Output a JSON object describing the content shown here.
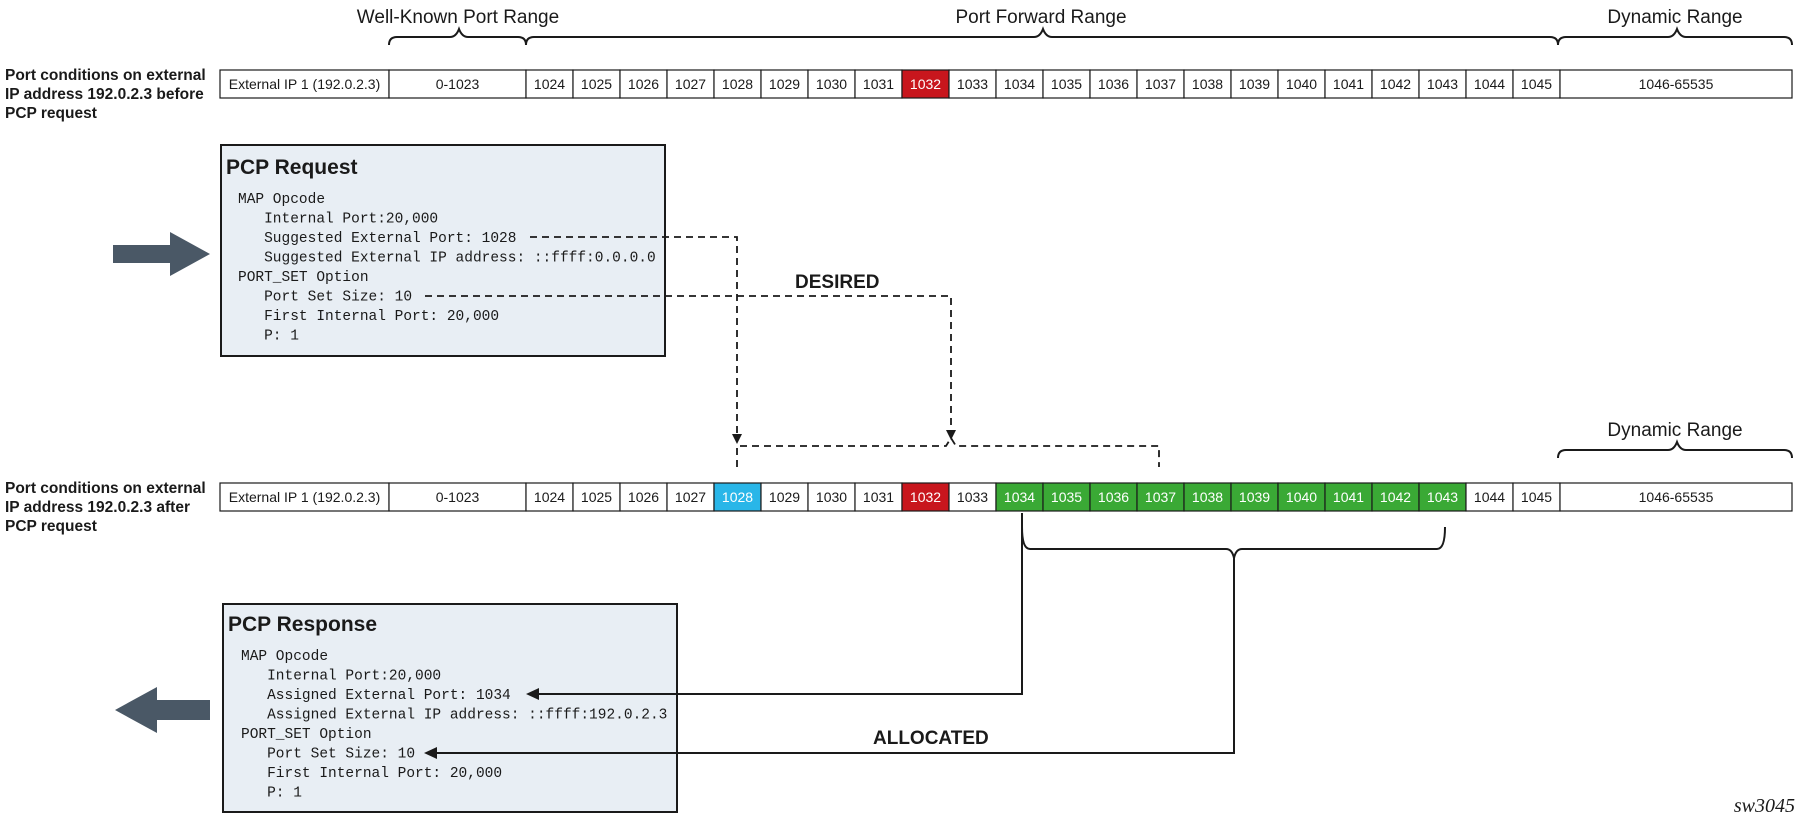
{
  "colors": {
    "blocked": "#c8161d",
    "suggested": "#29b6e8",
    "allocated": "#3aa935",
    "box_fill": "#e8eef4",
    "arrow_fill": "#4a5866"
  },
  "ranges": {
    "well_known": "Well-Known Port Range",
    "port_forward": "Port Forward Range",
    "dynamic": "Dynamic Range",
    "dynamic_lower": "Dynamic Range"
  },
  "rows": [
    {
      "label": [
        "Port conditions on external",
        "IP address 192.0.2.3 before",
        "PCP request"
      ],
      "ip_label": "External IP 1 (192.0.2.3)",
      "well_known_cell": "0-1023",
      "ports": [
        "1024",
        "1025",
        "1026",
        "1027",
        "1028",
        "1029",
        "1030",
        "1031",
        "1032",
        "1033",
        "1034",
        "1035",
        "1036",
        "1037",
        "1038",
        "1039",
        "1040",
        "1041",
        "1042",
        "1043",
        "1044",
        "1045"
      ],
      "states": [
        "",
        "",
        "",
        "",
        "",
        "",
        "",
        "",
        "blocked",
        "",
        "",
        "",
        "",
        "",
        "",
        "",
        "",
        "",
        "",
        "",
        "",
        ""
      ],
      "dynamic_cell": "1046-65535"
    },
    {
      "label": [
        "Port conditions on external",
        "IP address 192.0.2.3 after",
        "PCP request"
      ],
      "ip_label": "External IP 1 (192.0.2.3)",
      "well_known_cell": "0-1023",
      "ports": [
        "1024",
        "1025",
        "1026",
        "1027",
        "1028",
        "1029",
        "1030",
        "1031",
        "1032",
        "1033",
        "1034",
        "1035",
        "1036",
        "1037",
        "1038",
        "1039",
        "1040",
        "1041",
        "1042",
        "1043",
        "1044",
        "1045"
      ],
      "states": [
        "",
        "",
        "",
        "",
        "suggested",
        "",
        "",
        "",
        "blocked",
        "",
        "allocated",
        "allocated",
        "allocated",
        "allocated",
        "allocated",
        "allocated",
        "allocated",
        "allocated",
        "allocated",
        "allocated",
        "",
        ""
      ],
      "dynamic_cell": "1046-65535"
    }
  ],
  "request": {
    "title": "PCP Request",
    "lines": [
      "MAP Opcode",
      "   Internal Port:20,000",
      "   Suggested External Port: 1028",
      "   Suggested External IP address: ::ffff:0.0.0.0",
      "PORT_SET Option",
      "   Port Set Size: 10",
      "   First Internal Port: 20,000",
      "   P: 1"
    ]
  },
  "response": {
    "title": "PCP Response",
    "lines": [
      "MAP Opcode",
      "   Internal Port:20,000",
      "   Assigned External Port: 1034",
      "   Assigned External IP address: ::ffff:192.0.2.3",
      "PORT_SET Option",
      "   Port Set Size: 10",
      "   First Internal Port: 20,000",
      "   P: 1"
    ]
  },
  "labels": {
    "desired": "DESIRED",
    "allocated": "ALLOCATED",
    "figure_id": "sw3045"
  },
  "icons": {
    "request_arrow": "right-arrow-icon",
    "response_arrow": "left-arrow-icon"
  }
}
